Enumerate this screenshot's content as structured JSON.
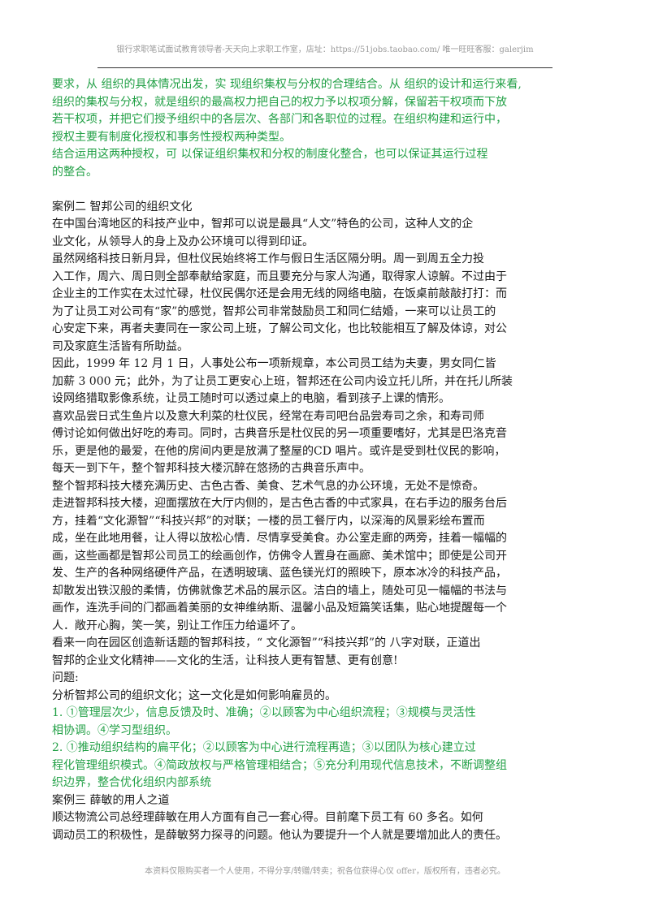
{
  "header": {
    "text": "银行求职笔试面试教育领导者-天天向上求职工作室，店址：https://51jobs.taobao.com/ 唯一旺旺客服：galerjim"
  },
  "paragraphs": [
    {
      "style": "green",
      "lines": [
        "要求，从 组织的具体情况出发，实 现组织集权与分权的合理结合。从 组织的设计和运行来看,",
        "组织的集权与分权，就是组织的最高权力把自己的权力予以权项分解，保留若干权项而下放",
        "若干权项，并把它们授予组织中的各层次、各部门和各职位的过程。在组织构建和运行中，",
        "授权主要有制度化授权和事务性授权两种类型。",
        "结合运用这两种授权，可 以保证组织集权和分权的制度化整合，也可以保证其运行过程",
        "的整合。"
      ]
    },
    {
      "style": "spacer",
      "lines": []
    },
    {
      "style": "black",
      "lines": [
        "案例二 智邦公司的组织文化",
        "在中国台湾地区的科技产业中，智邦可以说是最具“人文”特色的公司，这种人文的企",
        "业文化，从领导人的身上及办公环境可以得到印证。",
        "虽然网络科技日新月异，但杜仪民始终将工作与假日生活区隔分明。周一到周五全力投",
        "入工作，周六、周日则全部奉献给家庭，而且要充分与家人沟通，取得家人谅解。不过由于",
        "企业主的工作实在太过忙碌，杜仪民偶尔还是会用无线的网络电脑，在饭桌前敲敲打打：而",
        "为了让员工对公司有“家”的感觉，智邦公司非常鼓励员工和同仁结婚，一来可以让员工的",
        "心安定下来，再者夫妻同在一家公司上班，了解公司文化，也比较能相互了解及体谅，对公",
        "司及家庭生活皆有所助益。",
        "因此，1999 年 12 月 1 日，人事处公布一项新规章，本公司员工结为夫妻，男女同仁皆",
        "加薪 3 000 元；此外，为了让员工更安心上班，智邦还在公司内设立托儿所，并在托儿所装",
        "设网络猎取影像系统，让员工随时可以透过桌上的电脑，看到孩子上课的情形。",
        "喜欢品尝日式生鱼片以及意大利菜的杜仪民，经常在寿司吧台品尝寿司之余，和寿司师",
        "傅讨论如何做出好吃的寿司。同时，古典音乐是杜仪民的另一项重要嗜好，尤其是巴洛克音",
        "乐，更是他的最爱，在他的房间内更是放满了整屋的CD 唱片。或许是受到杜仪民的影响，",
        "每天一到下午，整个智邦科技大楼沉醉在悠扬的古典音乐声中。",
        "整个智邦科技大楼充满历史、古色古香、美食、艺术气息的办公环境，无处不是惊奇。",
        "走进智邦科技大楼，迎面摆放在大厅内侧的，是古色古香的中式家具，在右手边的服务台后",
        "方，挂着“文化源智”“科技兴邦”的对联；一楼的员工餐厅内，以深海的风景彩绘布置而",
        "成，坐在此地用餐，让人得以放松心情．尽情享受美食。办公室走廊的两旁，挂着一幅幅的",
        "画，这些画都是智邦公司员工的绘画创作，仿佛令人置身在画廊、美术馆中；即使是公司开",
        "发、生产的各种网络硬件产品，在透明玻璃、蓝色镁光灯的照映下，原本冰冷的科技产品，",
        "却散发出铁汉般的柔情，仿佛就像艺术品的展示区。洁白的墙上，随处可见一幅幅的书法与",
        "画作，连洗手间的门都画着美丽的女神维纳斯、温馨小品及短篇笑话集，贴心地提醒每一个",
        "人．敞开心胸，笑一笑，别让工作压力给逼坏了。",
        "看来一向在园区创造新话题的智邦科技，“ 文化源智”“科技兴邦”的 八字对联，正道出",
        "智邦的企业文化精神——文化的生活，让科技人更有智慧、更有创意!",
        "问题:",
        "分析智邦公司的组织文化；这一文化是如何影响雇员的。"
      ]
    },
    {
      "style": "green",
      "lines": [
        "1. ①管理层次少，信息反馈及时、准确；②以顾客为中心组织流程；③规模与灵活性",
        "相协调。④学习型组织。",
        "2. ①推动组织结构的扁平化；②以顾客为中心进行流程再造；③以团队为核心建立过",
        "程化管理组织模式。④简政放权与严格管理相结合；⑤充分利用现代信息技术，不断调整组",
        "织边界，整合优化组织内部系统"
      ]
    },
    {
      "style": "black",
      "lines": [
        "案例三 薛敏的用人之道",
        "顺达物流公司总经理薛敏在用人方面有自己一套心得。目前麾下员工有 60 多名。如何",
        "调动员工的积极性，是薛敏努力探寻的问题。他认为要提升一个人就是要增加此人的责任。"
      ]
    }
  ],
  "footer": {
    "text": "本资料仅限购买者一个人使用，不得分享/转赠/转卖；祝各位获得心仪 offer，版权所有，违者必究。"
  }
}
